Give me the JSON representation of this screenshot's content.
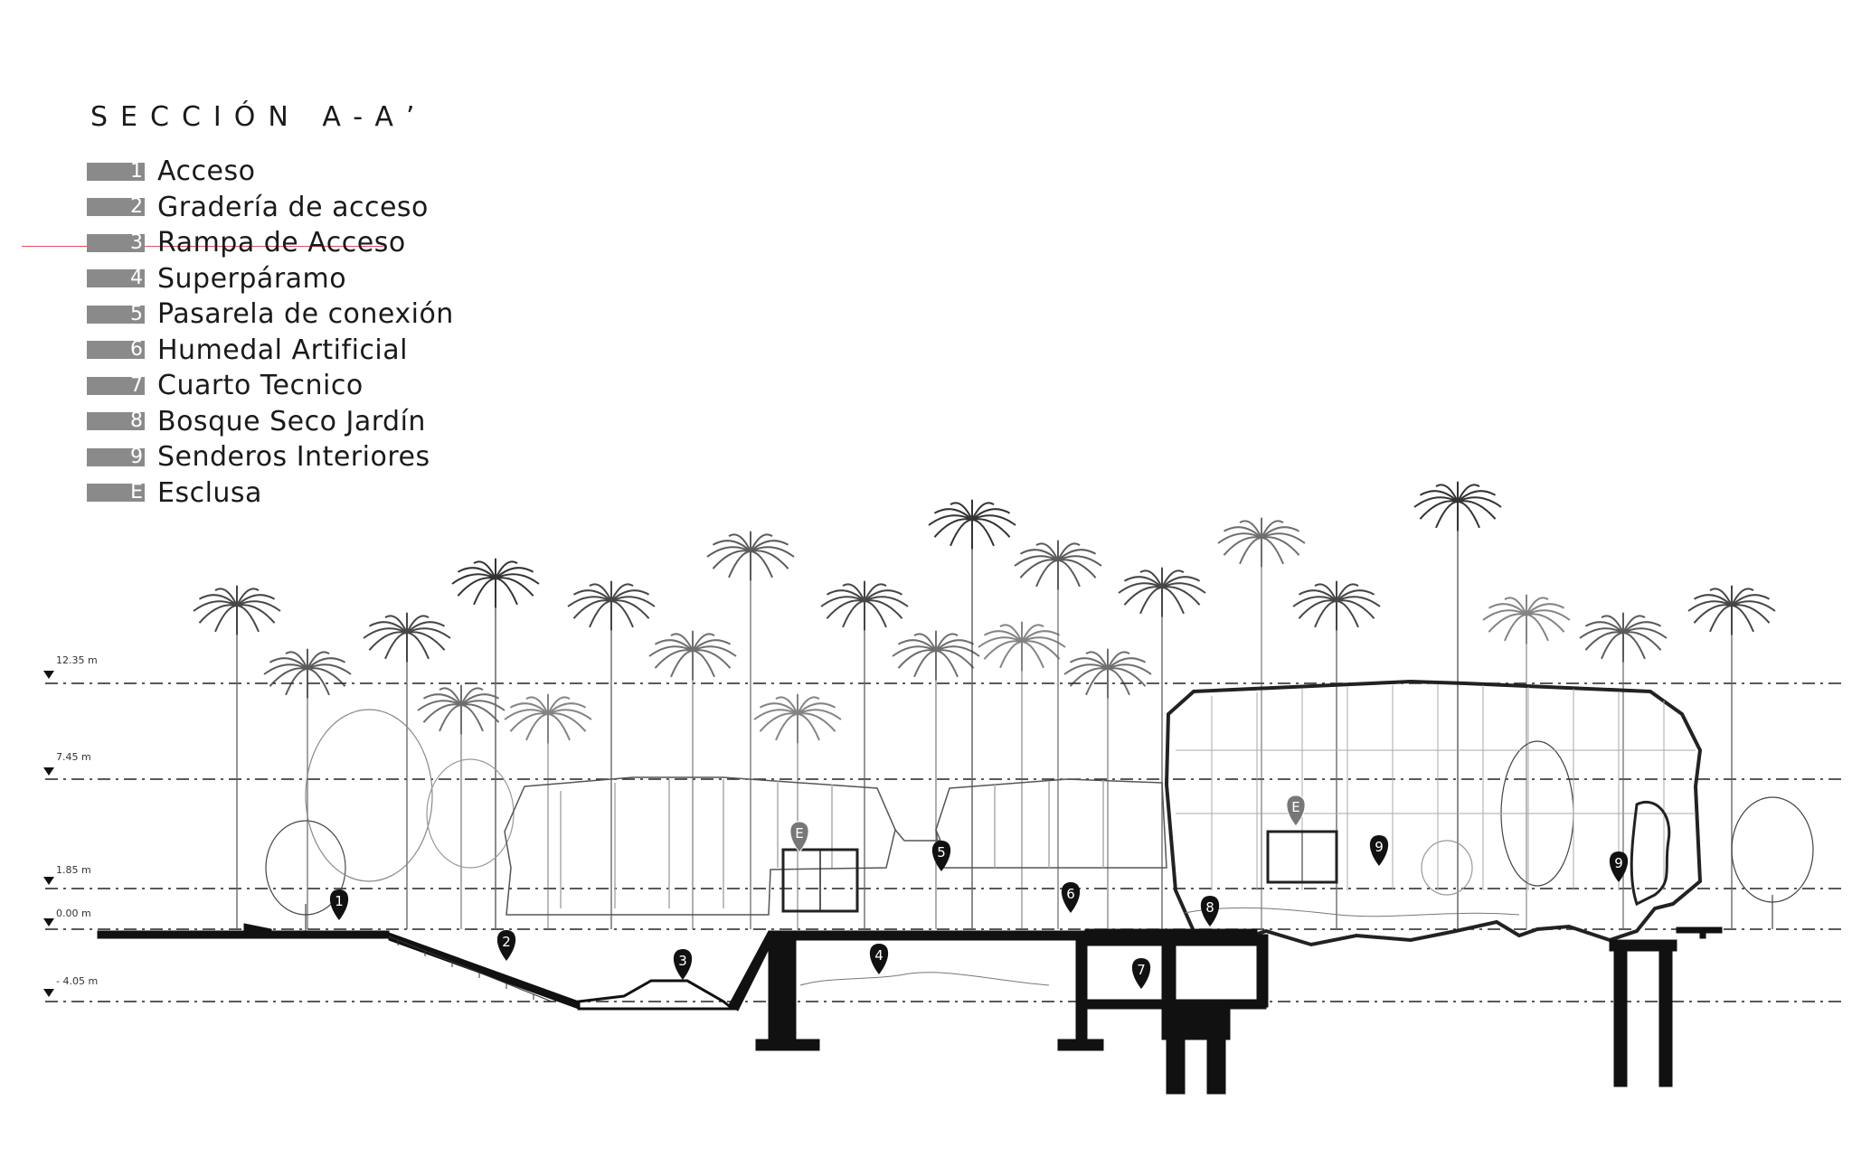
{
  "title": "SECCIÓN A-A’",
  "legend": [
    {
      "key": "1",
      "label": "Acceso"
    },
    {
      "key": "2",
      "label": "Gradería de acceso"
    },
    {
      "key": "3",
      "label": "Rampa de Acceso"
    },
    {
      "key": "4",
      "label": "Superpáramo"
    },
    {
      "key": "5",
      "label": "Pasarela de conexión"
    },
    {
      "key": "6",
      "label": "Humedal Artificial"
    },
    {
      "key": "7",
      "label": "Cuarto Tecnico"
    },
    {
      "key": "8",
      "label": "Bosque Seco Jardín"
    },
    {
      "key": "9",
      "label": "Senderos Interiores"
    },
    {
      "key": "E",
      "label": "Esclusa"
    }
  ],
  "levels": [
    {
      "label": "12.35  m"
    },
    {
      "label": "7.45  m"
    },
    {
      "label": "1.85  m"
    },
    {
      "label": "0.00  m"
    },
    {
      "label": "- 4.05 m"
    }
  ],
  "markers": [
    "1",
    "2",
    "3",
    "4",
    "5",
    "6",
    "7",
    "8",
    "9",
    "9",
    "E",
    "E"
  ],
  "colors": {
    "swatch": "#8a8a8a",
    "ink": "#111111",
    "accent_line": "#e05060"
  }
}
